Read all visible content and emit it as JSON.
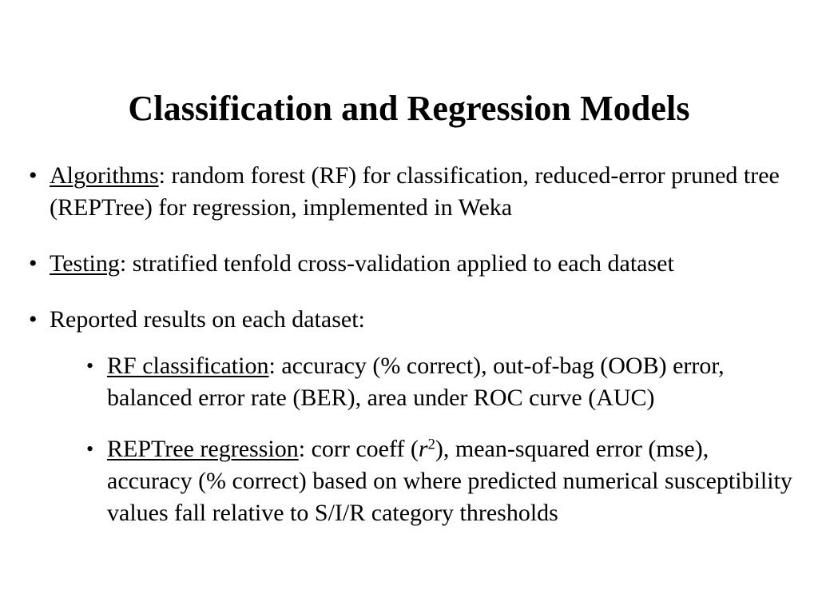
{
  "slide": {
    "title": "Classification and Regression Models",
    "background_color": "#ffffff",
    "text_color": "#000000",
    "bullet_glyph": "•",
    "sub_bullet_glyph": "•",
    "bullets": [
      {
        "level": 1,
        "lead_in": "Algorithms",
        "lead_in_underlined": true,
        "separator": ": ",
        "body": "random forest (RF) for classification, reduced-error pruned tree (REPTree) for regression, implemented in Weka",
        "full_text": "Algorithms: random forest (RF) for classification, reduced-error pruned tree (REPTree) for regression, implemented in Weka"
      },
      {
        "level": 1,
        "lead_in": "Testing",
        "lead_in_underlined": true,
        "separator": ": ",
        "body": "stratified tenfold cross-validation applied to each dataset",
        "full_text": "Testing: stratified tenfold cross-validation applied to each dataset"
      },
      {
        "level": 1,
        "lead_in": "",
        "lead_in_underlined": false,
        "separator": "",
        "body": "Reported results on each dataset:",
        "full_text": "Reported results on each dataset:",
        "sub_bullets": [
          {
            "level": 2,
            "lead_in": "RF classification",
            "lead_in_underlined": true,
            "separator": ": ",
            "body": "accuracy (% correct), out-of-bag (OOB) error, balanced error rate (BER), area under ROC curve (AUC)",
            "full_text": "RF classification: accuracy (% correct), out-of-bag (OOB) error, balanced error rate (BER), area under ROC curve (AUC)"
          },
          {
            "level": 2,
            "lead_in": "REPTree regression",
            "lead_in_underlined": true,
            "separator": ": ",
            "body_part_1": "corr coeff (",
            "body_italic_symbol": "r",
            "body_superscript": "2",
            "body_part_2": "), mean-squared error (mse), accuracy (% correct) based on where predicted numerical susceptibility values fall relative to S/I/R category thresholds",
            "full_text": "REPTree regression: corr coeff (r2), mean-squared error (mse), accuracy (% correct) based on where predicted numerical susceptibility values fall relative to S/I/R category thresholds"
          }
        ]
      }
    ]
  }
}
